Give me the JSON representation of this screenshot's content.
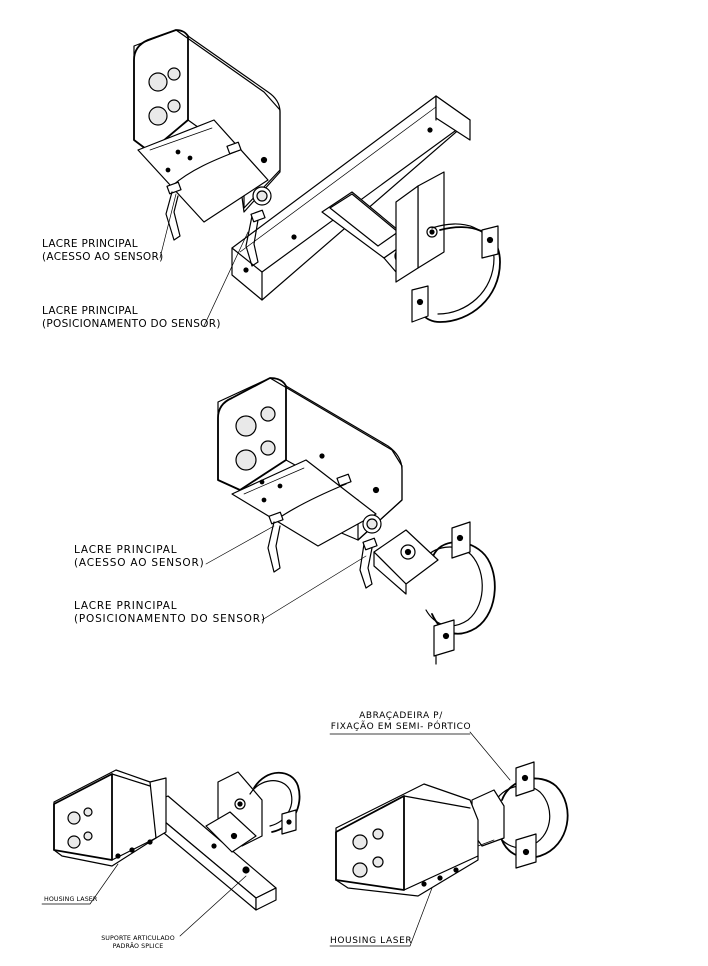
{
  "figure1": {
    "label1": {
      "line1": "LACRE PRINCIPAL",
      "line2": "(ACESSO AO SENSOR)"
    },
    "label2": {
      "line1": "LACRE PRINCIPAL",
      "line2": "(POSICIONAMENTO DO SENSOR)"
    }
  },
  "figure2": {
    "label1": {
      "line1": "LACRE  PRINCIPAL",
      "line2": "(ACESSO  AO  SENSOR)"
    },
    "label2": {
      "line1": "LACRE  PRINCIPAL",
      "line2": "(POSICIONAMENTO  DO  SENSOR)"
    }
  },
  "figure3": {
    "housing_label": "HOUSING LASER",
    "support_label": {
      "line1": "SUPORTE ARTICULADO",
      "line2": "PADRÃO SPLICE"
    }
  },
  "figure4": {
    "clamp_label": {
      "line1": "ABRAÇADEIRA P/",
      "line2": "FIXAÇÃO EM SEMI- PÓRTICO"
    },
    "housing_label": "HOUSING  LASER"
  }
}
